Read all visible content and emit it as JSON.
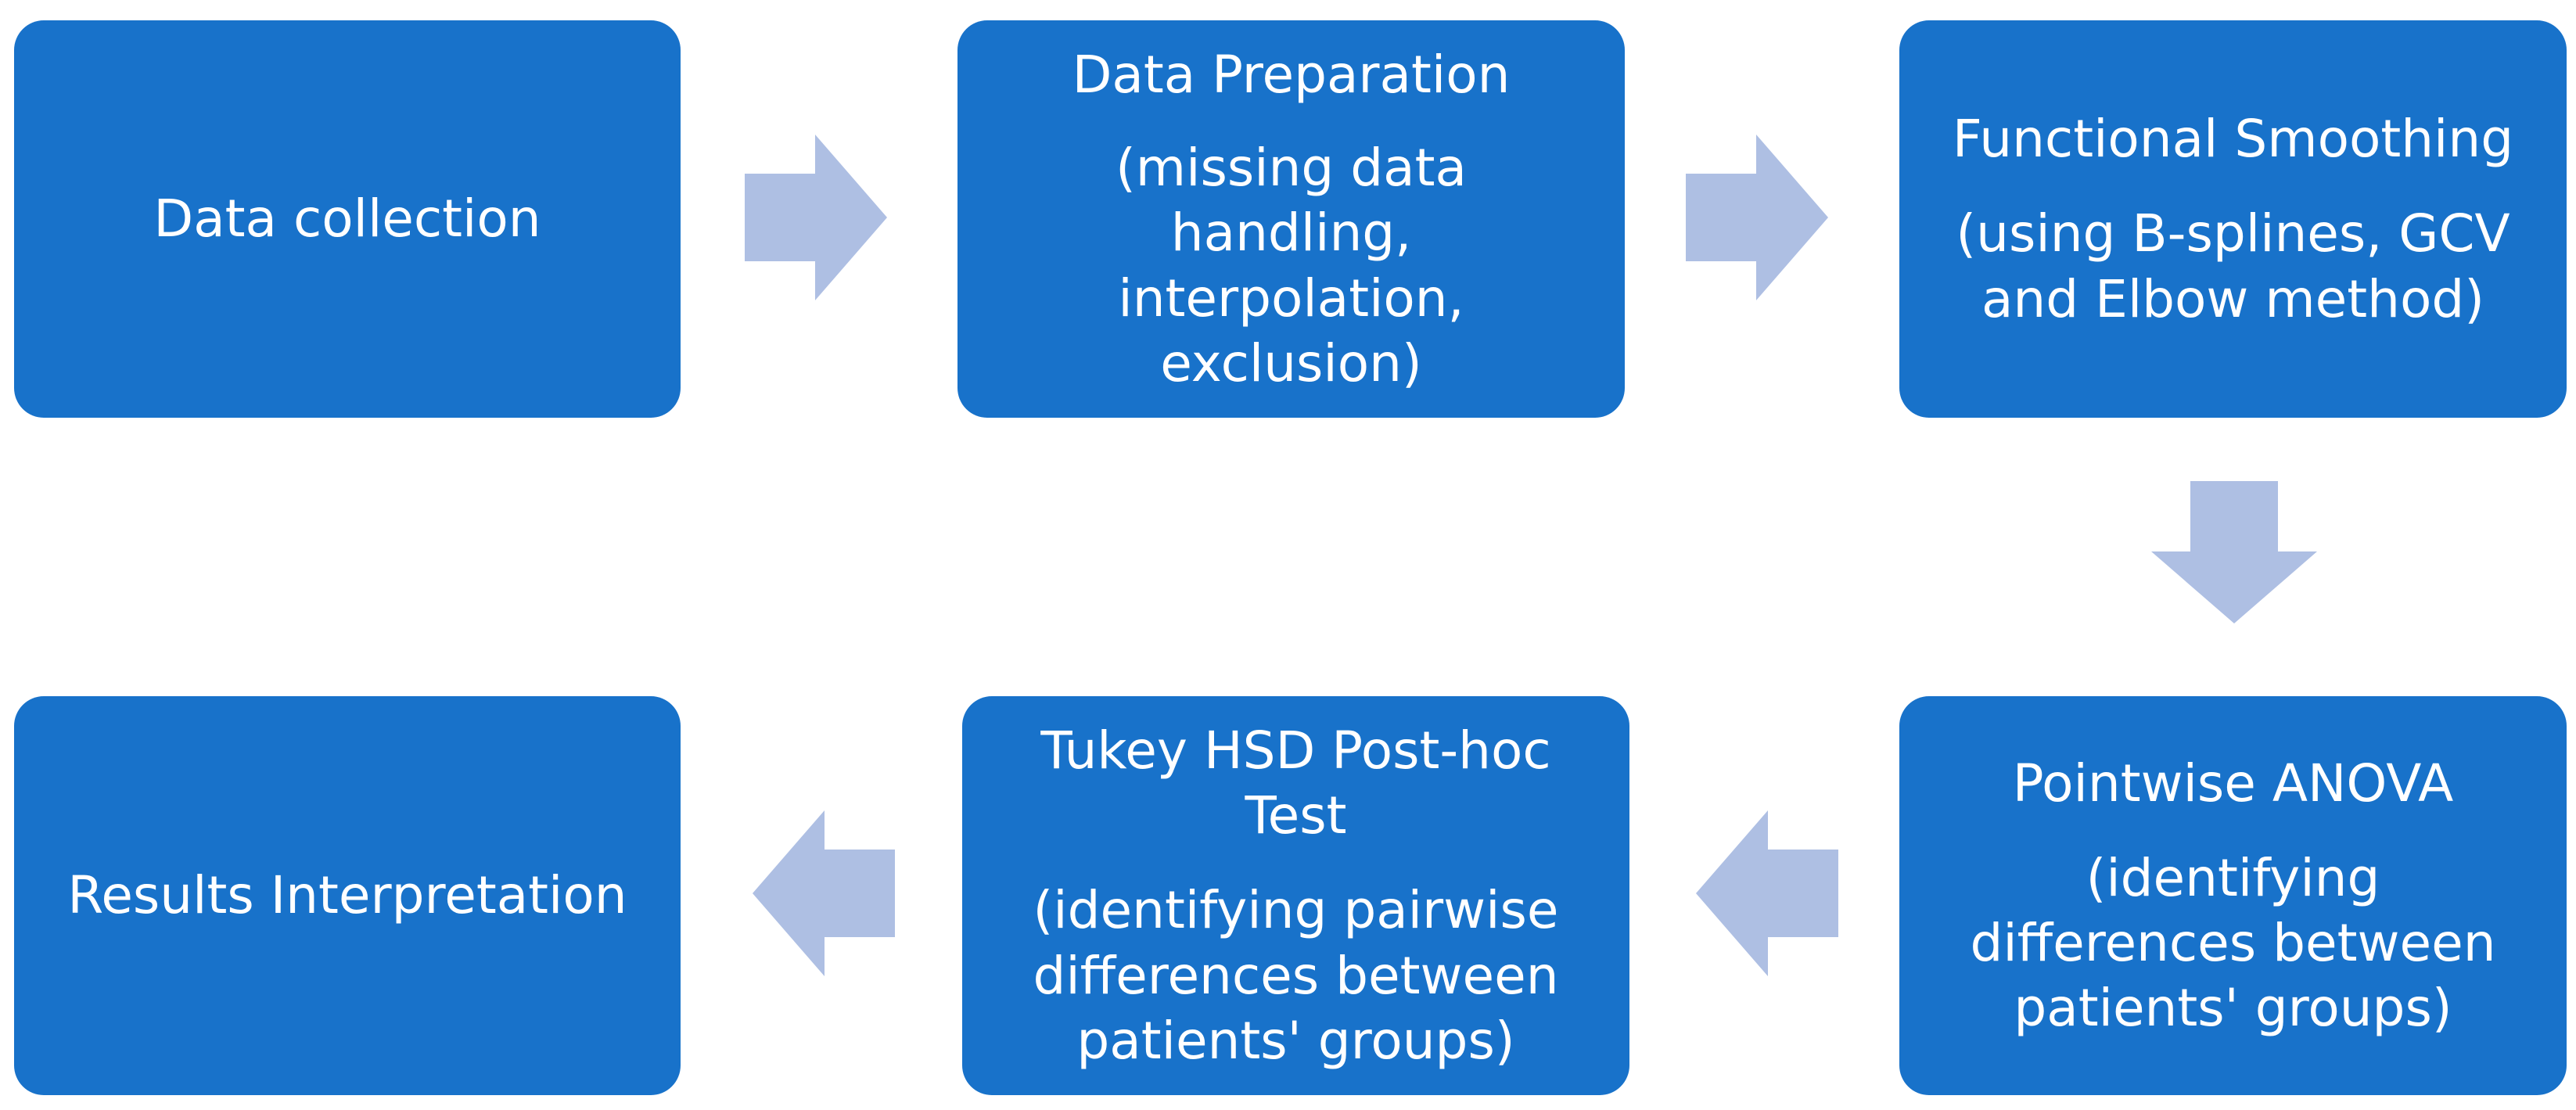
{
  "steps": [
    {
      "lines": [
        "Data collection"
      ]
    },
    {
      "lines": [
        "Data Preparation",
        "(missing data\nhandling,\ninterpolation,\nexclusion)"
      ]
    },
    {
      "lines": [
        "Functional Smoothing",
        "(using B-splines, GCV\nand Elbow method)"
      ]
    },
    {
      "lines": [
        "Pointwise ANOVA",
        "(identifying\ndifferences between\npatients' groups)"
      ]
    },
    {
      "lines": [
        "Tukey HSD Post-hoc\nTest",
        "(identifying pairwise\ndifferences between\npatients' groups)"
      ]
    },
    {
      "lines": [
        "Results Interpretation"
      ]
    }
  ],
  "colors": {
    "box": "#1872ca",
    "arrow": "#aebfe3",
    "text": "#ffffff"
  },
  "arrows": [
    "right",
    "right",
    "down",
    "left",
    "left"
  ]
}
